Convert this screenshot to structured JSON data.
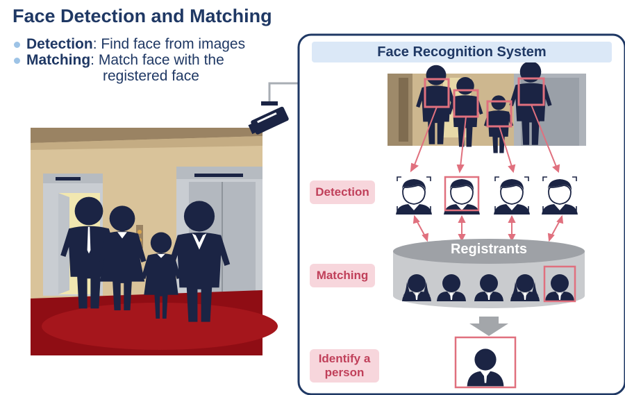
{
  "title": "Face Detection and Matching",
  "bullets": [
    {
      "term": "Detection",
      "text": "Find face from images",
      "continuation": ""
    },
    {
      "term": "Matching",
      "text": "Match face with the",
      "continuation": "registered face"
    }
  ],
  "system": {
    "title": "Face Recognition  System",
    "steps": {
      "detection": "Detection",
      "matching": "Matching",
      "identify": "Identify a person"
    },
    "registrants_label": "Registrants"
  },
  "colors": {
    "navy": "#1f3864",
    "silhouette": "#1b2444",
    "highlight": "#e0707e",
    "step_bg": "#f7d6dc",
    "title_bg": "#dbe8f7",
    "carpet": "#8f0d14"
  }
}
